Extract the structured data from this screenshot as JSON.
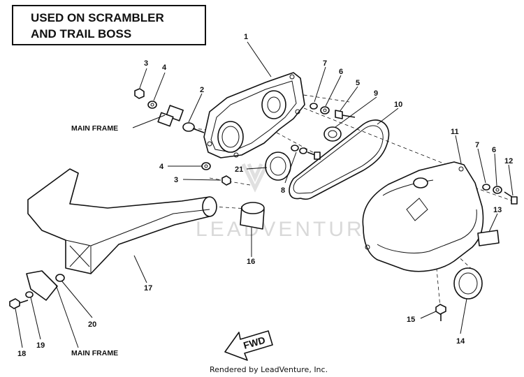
{
  "header": {
    "line1": "USED ON SCRAMBLER",
    "line2": "AND TRAIL BOSS"
  },
  "frame_labels": {
    "upper": "MAIN FRAME",
    "lower": "MAIN FRAME"
  },
  "callouts": {
    "c1": "1",
    "c2": "2",
    "c3a": "3",
    "c3b": "3",
    "c4a": "4",
    "c4b": "4",
    "c5": "5",
    "c6a": "6",
    "c6b": "6",
    "c7a": "7",
    "c7b": "7",
    "c8": "8",
    "c9": "9",
    "c10": "10",
    "c11": "11",
    "c12": "12",
    "c13": "13",
    "c14": "14",
    "c15": "15",
    "c16": "16",
    "c17": "17",
    "c18": "18",
    "c19": "19",
    "c20": "20",
    "c21": "21"
  },
  "direction_arrow": "FWD",
  "watermark": "LEADVENTURE",
  "footer": "Rendered by LeadVenture, Inc."
}
